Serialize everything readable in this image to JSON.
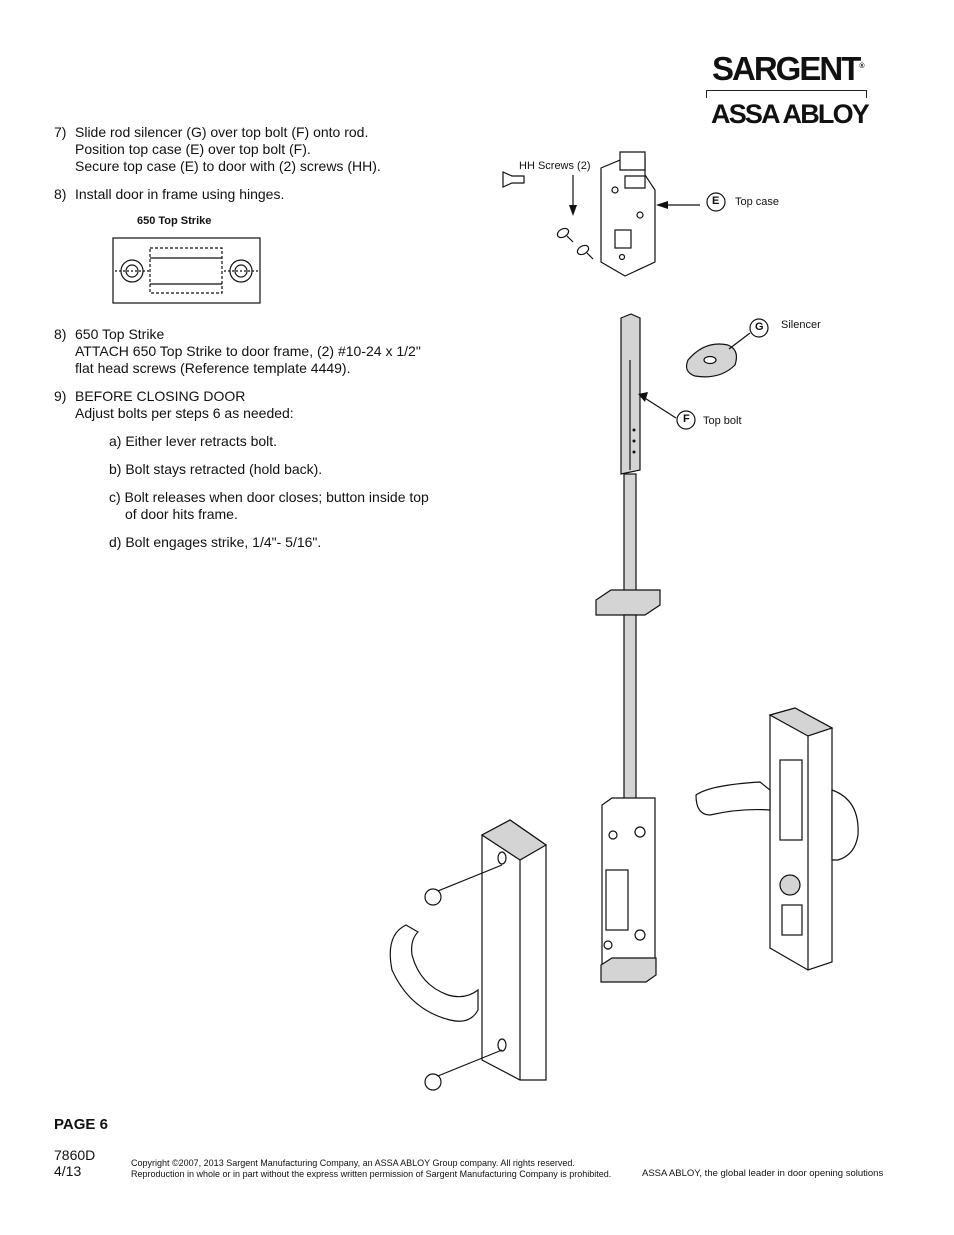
{
  "header": {
    "brand": "SARGENT",
    "brand_mark": "®",
    "parent_brand": "ASSA ABLOY"
  },
  "steps": [
    {
      "num": "7)",
      "lines": [
        "Slide rod silencer (G) over top bolt (F) onto rod.",
        "Position top case (E) over top bolt (F).",
        "Secure top case (E) to door with (2) screws (HH)."
      ]
    },
    {
      "num": "8)",
      "lines": [
        "Install door in frame using hinges."
      ]
    },
    {
      "num": "8)",
      "lines": [
        "650 Top Strike",
        "ATTACH 650 Top Strike to door frame, (2) #10-24 x 1/2\"",
        "flat head screws (Reference template 4449)."
      ]
    },
    {
      "num": "9)",
      "lines": [
        "BEFORE CLOSING DOOR",
        "Adjust bolts per steps 6 as needed:"
      ]
    }
  ],
  "substeps": [
    "a) Either lever retracts bolt.",
    "b) Bolt stays retracted (hold back).",
    "c) Bolt releases when door closes; button inside top",
    "of door hits frame.",
    "d) Bolt engages strike, 1/4\"- 5/16\"."
  ],
  "strike_figure": {
    "title": "650 Top Strike"
  },
  "callouts": {
    "screws": "HH Screws (2)",
    "e_letter": "E",
    "e_label": "Top case",
    "g_letter": "G",
    "g_label": "Silencer",
    "f_letter": "F",
    "f_label": "Top bolt"
  },
  "footer": {
    "page": "PAGE 6",
    "doc_number": "7860D",
    "date": "4/13",
    "copyright_1": "Copyright ©2007, 2013 Sargent Manufacturing Company, an ASSA ABLOY Group company. All rights reserved.",
    "copyright_2": "Reproduction in whole or in part without the express written permission of Sargent Manufacturing Company is prohibited.",
    "tagline": "ASSA ABLOY, the global leader in door opening solutions"
  }
}
